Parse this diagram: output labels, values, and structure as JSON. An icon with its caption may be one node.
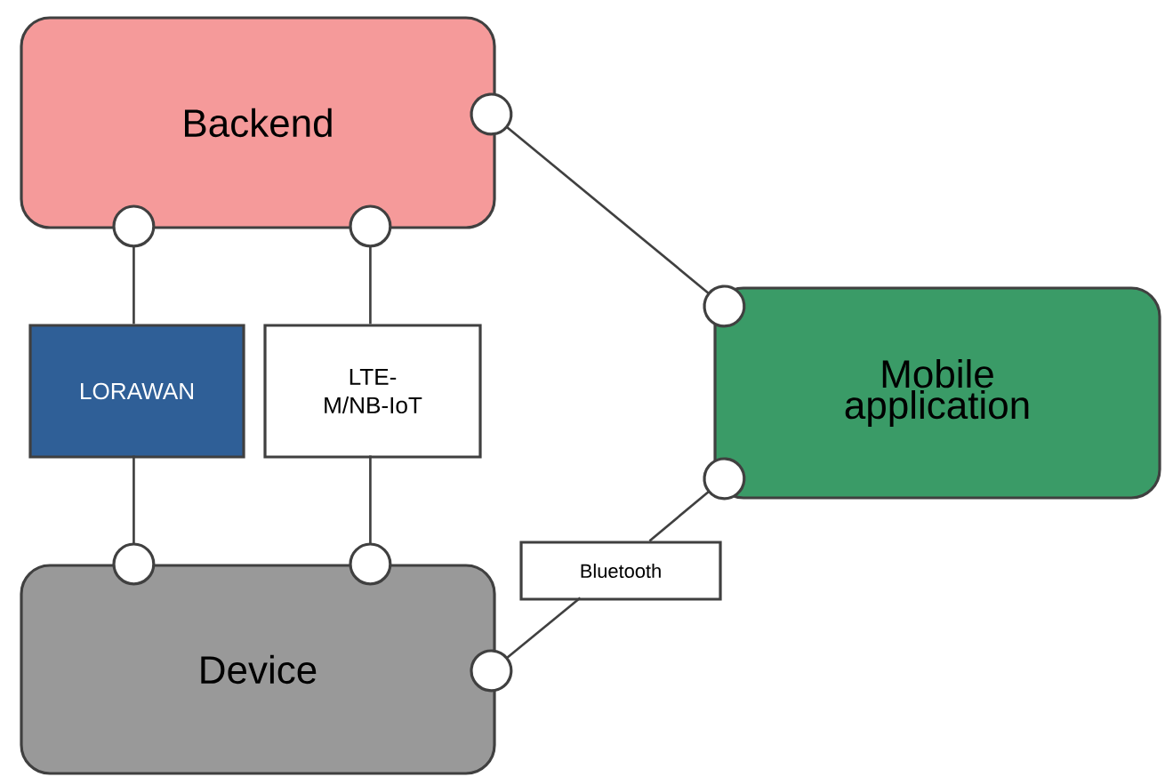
{
  "diagram": {
    "nodes": [
      {
        "text": [
          "Backend"
        ]
      },
      {
        "text": [
          "LORAWAN"
        ]
      },
      {
        "text": [
          "LTE-M/NB-IoT"
        ]
      },
      {
        "text": [
          "Mobile application"
        ]
      },
      {
        "text": [
          "Device"
        ]
      },
      {
        "text": [
          "Bluetooth"
        ]
      }
    ],
    "edges": [
      {
        "from": 0,
        "to": 1,
        "arrow": "other"
      },
      {
        "from": 1,
        "to": 4,
        "arrow": "other"
      },
      {
        "from": 0,
        "to": 2,
        "arrow": "other"
      },
      {
        "from": 2,
        "to": 4,
        "arrow": "other"
      },
      {
        "from": 0,
        "to": 3,
        "arrow": "other"
      },
      {
        "from": 3,
        "to": 5,
        "arrow": "other"
      },
      {
        "from": 5,
        "to": 4,
        "arrow": "other"
      }
    ]
  }
}
